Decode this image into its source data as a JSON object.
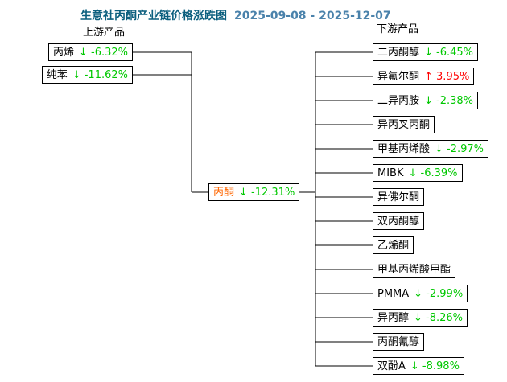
{
  "header": {
    "title": "生意社丙酮产业链价格涨跌图",
    "date_range": "2025-09-08 - 2025-12-07"
  },
  "labels": {
    "upstream": "上游产品",
    "downstream": "下游产品"
  },
  "colors": {
    "title": "#0c5f7e",
    "date": "#4a82ab",
    "down": "#00c800",
    "up": "#ff0000",
    "center_product": "#ff6600",
    "line": "#000000"
  },
  "center": {
    "name": "丙酮",
    "change": "↓ -12.31%",
    "dir": "down"
  },
  "upstream": {
    "items": [
      {
        "name": "丙烯",
        "change": "↓ -6.32%",
        "dir": "down"
      },
      {
        "name": "纯苯",
        "change": "↓ -11.62%",
        "dir": "down"
      }
    ]
  },
  "downstream": {
    "items": [
      {
        "name": "二丙酮醇",
        "change": "↓ -6.45%",
        "dir": "down"
      },
      {
        "name": "异氟尔酮",
        "change": "↑ 3.95%",
        "dir": "up"
      },
      {
        "name": "二异丙胺",
        "change": "↓ -2.38%",
        "dir": "down"
      },
      {
        "name": "异丙叉丙酮",
        "change": "",
        "dir": ""
      },
      {
        "name": "甲基丙烯酸",
        "change": "↓ -2.97%",
        "dir": "down"
      },
      {
        "name": "MIBK",
        "change": "↓ -6.39%",
        "dir": "down"
      },
      {
        "name": "异佛尔酮",
        "change": "",
        "dir": ""
      },
      {
        "name": "双丙酮醇",
        "change": "",
        "dir": ""
      },
      {
        "name": "乙烯酮",
        "change": "",
        "dir": ""
      },
      {
        "name": "甲基丙烯酸甲酯",
        "change": "",
        "dir": ""
      },
      {
        "name": "PMMA",
        "change": "↓ -2.99%",
        "dir": "down"
      },
      {
        "name": "异丙醇",
        "change": "↓ -8.26%",
        "dir": "down"
      },
      {
        "name": "丙酮氰醇",
        "change": "",
        "dir": ""
      },
      {
        "name": "双酚A",
        "change": "↓ -8.98%",
        "dir": "down"
      }
    ]
  }
}
